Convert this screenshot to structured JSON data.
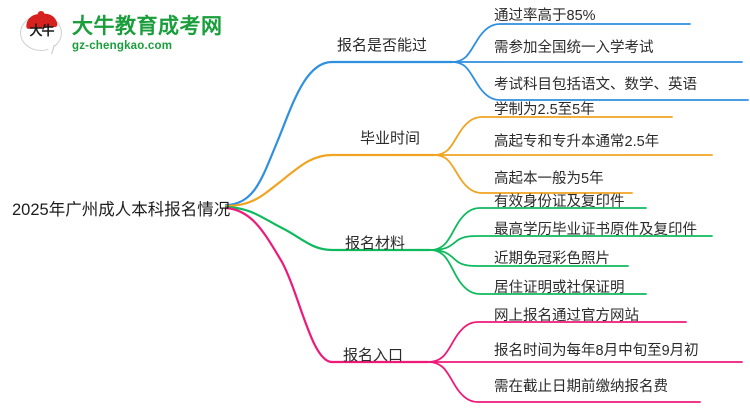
{
  "logo": {
    "mark_text": "大牛",
    "mark_name": "daniu-speech-bubble-logo",
    "title": "大牛教育成考网",
    "subtitle": "gz-chengkao.com",
    "brand_color": "#1a9e3c",
    "cap_color": "#d6211f"
  },
  "mindmap": {
    "root": "2025年广州成人本科报名情况",
    "branches": [
      {
        "label": "报名是否能过",
        "color": "#2f8fe0",
        "children": [
          "通过率高于85%",
          "需参加全国统一入学考试",
          "考试科目包括语文、数学、英语"
        ]
      },
      {
        "label": "毕业时间",
        "color": "#f0a420",
        "children": [
          "学制为2.5至5年",
          "高起专和专升本通常2.5年",
          "高起本一般为5年"
        ]
      },
      {
        "label": "报名材料",
        "color": "#0fba5f",
        "children": [
          "有效身份证及复印件",
          "最高学历毕业证书原件及复印件",
          "近期免冠彩色照片",
          "居住证明或社保证明"
        ]
      },
      {
        "label": "报名入口",
        "color": "#ee1a79",
        "children": [
          "网上报名通过官方网站",
          "报名时间为每年8月中旬至9月初",
          "需在截止日期前缴纳报名费"
        ]
      }
    ]
  }
}
